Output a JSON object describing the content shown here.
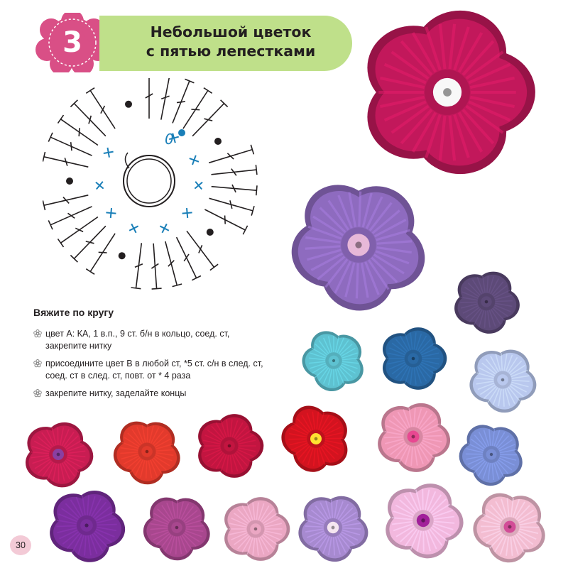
{
  "header": {
    "step_number": "3",
    "title_line1": "Небольшой цветок",
    "title_line2": "с пятью лепестками",
    "badge_color": "#d94f86",
    "title_bar_color": "#bfe08a"
  },
  "diagram": {
    "stitch_color_a": "#1a7fb8",
    "stitch_color_b": "#231f20",
    "start_marker": "0"
  },
  "instructions": {
    "heading": "Вяжите по кругу",
    "steps": [
      {
        "line1": "цвет A: КА, 1 в.п., 9 ст. б/н в кольцо, соед. ст,",
        "line2": "закрепите нитку"
      },
      {
        "line1": "присоедините цвет B в любой ст, *5 ст. с/н в след. ст,",
        "line2": "соед. ст в след. ст, повт. от * 4 раза"
      },
      {
        "line1": "закрепите нитку, заделайте концы",
        "line2": ""
      }
    ]
  },
  "footer": {
    "page_number": "30"
  },
  "flowers": [
    {
      "name": "magenta-large",
      "petal": "#c2185b",
      "center": "#f8f8f8"
    },
    {
      "name": "lilac-large",
      "petal": "#8e6bbf",
      "center": "#e7b8d8"
    },
    {
      "name": "dark-purple-small",
      "petal": "#5d4a78",
      "center": "#5d4a78"
    },
    {
      "name": "turquoise",
      "petal": "#5ec2d1",
      "center": "#5ec2d1"
    },
    {
      "name": "denim-blue",
      "petal": "#2a69a5",
      "center": "#2a69a5"
    },
    {
      "name": "pale-blue",
      "petal": "#b9c8ee",
      "center": "#b9c8ee"
    },
    {
      "name": "pink",
      "petal": "#ef97b5",
      "center": "#e84891"
    },
    {
      "name": "periwinkle",
      "petal": "#7a8fd6",
      "center": "#7a8fd6"
    },
    {
      "name": "crimson",
      "petal": "#c81d52",
      "center": "#8a3fa1"
    },
    {
      "name": "orange-red",
      "petal": "#e23a2c",
      "center": "#e23a2c"
    },
    {
      "name": "cherry",
      "petal": "#c21540",
      "center": "#c21540"
    },
    {
      "name": "red-yellow",
      "petal": "#d3131f",
      "center": "#ffe031"
    },
    {
      "name": "violet",
      "petal": "#7b2e9e",
      "center": "#7b2e9e"
    },
    {
      "name": "orchid",
      "petal": "#a8478e",
      "center": "#a8478e"
    },
    {
      "name": "light-pink",
      "petal": "#eba7c3",
      "center": "#eba7c3"
    },
    {
      "name": "lavender",
      "petal": "#a78ad0",
      "center": "#f5e6f0"
    },
    {
      "name": "pale-pink",
      "petal": "#f2b8de",
      "center": "#a1209a"
    },
    {
      "name": "blush",
      "petal": "#f3bdd1",
      "center": "#d24d97"
    }
  ]
}
